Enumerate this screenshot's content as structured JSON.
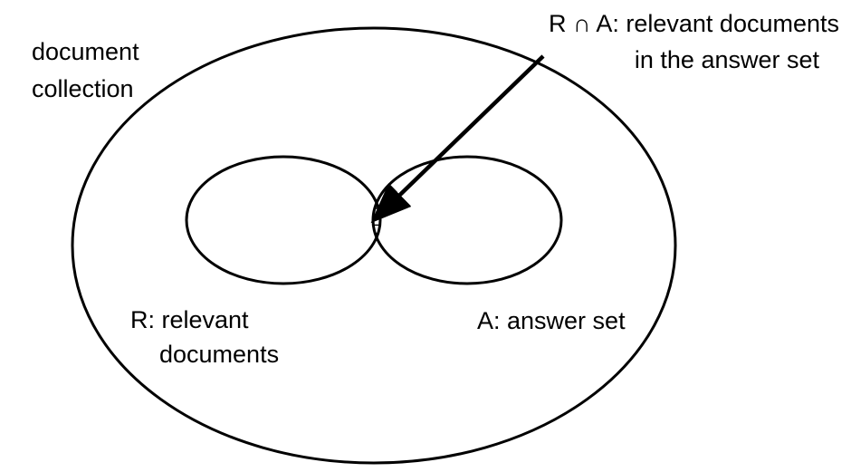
{
  "labels": {
    "collection_line1": "document",
    "collection_line2": "collection",
    "intersection_line1": "R ∩ A: relevant documents",
    "intersection_line2": "in the answer set",
    "relevant_line1": "R: relevant",
    "relevant_line2": "documents",
    "answer": "A: answer set"
  },
  "colors": {
    "stroke": "#000000",
    "hatch": "#000000",
    "background": "#ffffff"
  }
}
